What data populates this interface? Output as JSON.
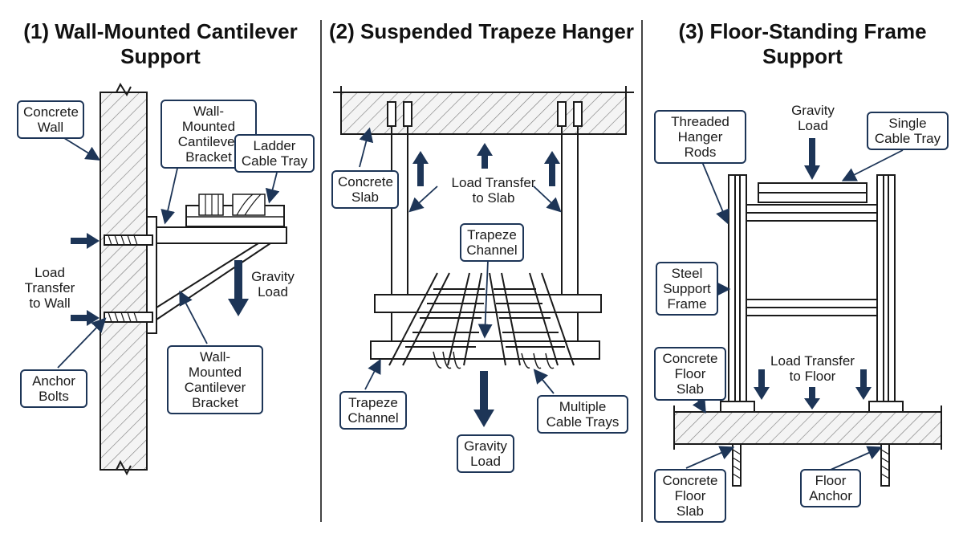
{
  "colors": {
    "accent": "#1d3557",
    "line": "#1a1a1a",
    "background": "#ffffff"
  },
  "panel1": {
    "title": "(1) Wall-Mounted\nCantilever Support",
    "labels": {
      "concrete_wall": "Concrete\nWall",
      "bracket_top": "Wall-Mounted\nCantilever\nBracket",
      "ladder_tray": "Ladder\nCable Tray",
      "load_transfer": "Load\nTransfer\nto Wall",
      "gravity_load": "Gravity\nLoad",
      "anchor_bolts": "Anchor\nBolts",
      "bracket_bottom": "Wall-Mounted\nCantilever\nBracket"
    }
  },
  "panel2": {
    "title": "(2) Suspended\nTrapeze Hanger",
    "labels": {
      "concrete_slab": "Concrete\nSlab",
      "load_transfer": "Load Transfer\nto Slab",
      "trapeze_channel_top": "Trapeze\nChannel",
      "trapeze_channel_bottom": "Trapeze\nChannel",
      "multiple_trays": "Multiple\nCable Trays",
      "gravity_load": "Gravity\nLoad"
    }
  },
  "panel3": {
    "title": "(3) Floor-Standing\nFrame Support",
    "labels": {
      "threaded_rods": "Threaded\nHanger Rods",
      "gravity_load": "Gravity\nLoad",
      "single_tray": "Single\nCable Tray",
      "steel_frame": "Steel\nSupport\nFrame",
      "floor_slab_top": "Concrete\nFloor Slab",
      "load_transfer": "Load Transfer\nto Floor",
      "floor_slab_bottom": "Concrete\nFloor Slab",
      "floor_anchor": "Floor\nAnchor"
    }
  }
}
